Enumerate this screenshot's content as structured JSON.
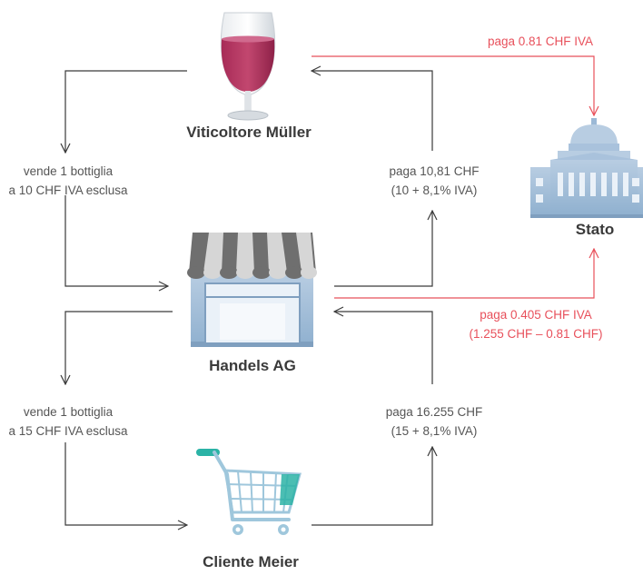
{
  "nodes": {
    "winemaker": "Viticoltore Müller",
    "store": "Handels AG",
    "customer": "Cliente Meier",
    "state": "Stato"
  },
  "flows": {
    "sell1": {
      "line1": "vende 1 bottiglia",
      "line2": "a 10 CHF IVA esclusa"
    },
    "pay1": {
      "line1": "paga 10,81 CHF",
      "line2": "(10 + 8,1% IVA)"
    },
    "sell2": {
      "line1": "vende 1 bottiglia",
      "line2": "a 15 CHF IVA esclusa"
    },
    "pay2": {
      "line1": "paga 16.255 CHF",
      "line2": "(15 + 8,1% IVA)"
    },
    "vat1": {
      "line1": "paga 0.81 CHF IVA"
    },
    "vat2": {
      "line1": "paga 0.405 CHF IVA",
      "line2": "(1.255 CHF – 0.81 CHF)"
    }
  },
  "colors": {
    "line": "#3a3a3a",
    "vat": "#e8505b",
    "wine": "#b5315e",
    "building": "#9cb9d6",
    "awning": "#6f6f6f",
    "cart": "#9fc7dc",
    "cart_accent": "#2bb3a6"
  },
  "icons": [
    "wine-glass-icon",
    "shop-icon",
    "shopping-cart-icon",
    "parliament-building-icon"
  ]
}
